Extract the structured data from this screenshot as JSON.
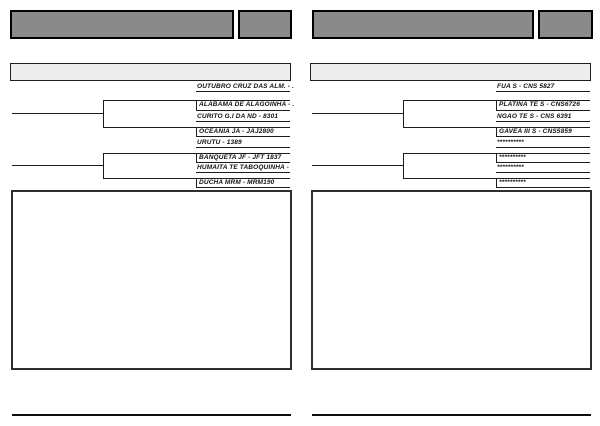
{
  "document": {
    "type_label": "pedigree-certificate-form, two copies side by side",
    "colors": {
      "header_bar_fill": "#8a8a8a",
      "header_bar_border": "#000000",
      "subheader_fill": "#ededed",
      "line_color": "#1c1c1c",
      "text_color": "#101010"
    }
  },
  "panels": [
    {
      "pedigree": {
        "pairs": [
          {
            "sire": "OUTUBRO CRUZ DAS ALM. - .",
            "dam": "ALABAMA DE ALAGOINHA - ."
          },
          {
            "sire": "CURITO G.I DA ND - 8301",
            "dam": "OCEANIA JA - JAJ2800"
          },
          {
            "sire": "URUTU - 1389",
            "dam": "BANQUETA JF - JFT 1837"
          },
          {
            "sire": "HUMAITA TE TABOQUINHA -",
            "dam": "DUCHA MRM - MRM190"
          }
        ]
      }
    },
    {
      "pedigree": {
        "pairs": [
          {
            "sire": "FUA S - CNS 5827",
            "dam": "PLATINA TE S - CNS6726"
          },
          {
            "sire": "NGAO TE S - CNS 6391",
            "dam": "GAVEA III S - CNS5859"
          },
          {
            "sire": "**********",
            "dam": "**********"
          },
          {
            "sire": "**********",
            "dam": "**********"
          }
        ]
      }
    }
  ]
}
